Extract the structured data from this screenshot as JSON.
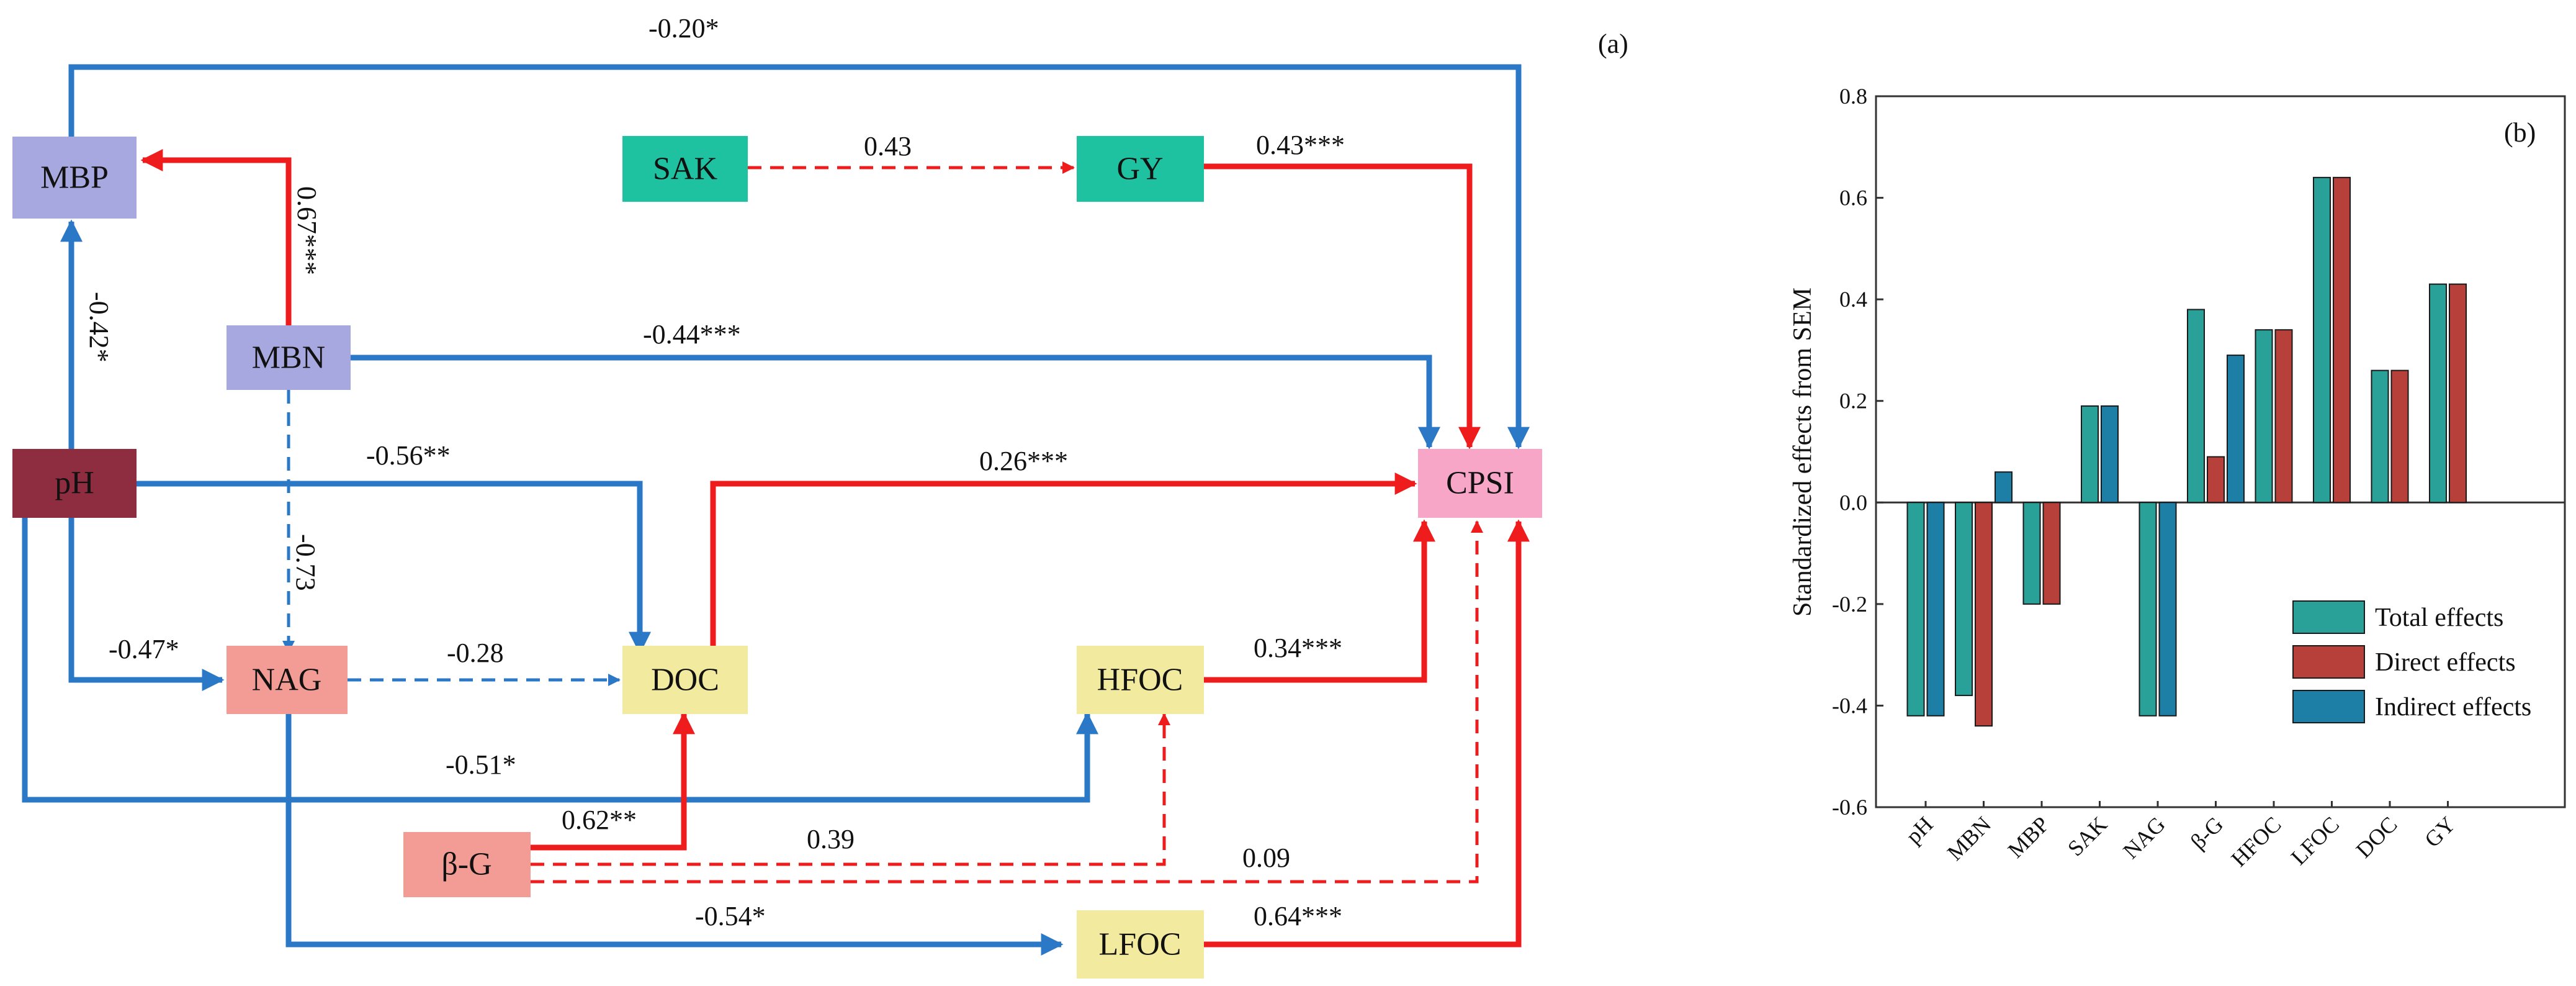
{
  "colors": {
    "positive": "#EE1C1C",
    "negative": "#2B78C6",
    "total": "#2AA198",
    "direct": "#B8403A",
    "indirect": "#1E7FA6"
  },
  "panel_a": {
    "label": "(a)",
    "nodes": {
      "MBP": "MBP",
      "MBN": "MBN",
      "pH": "pH",
      "NAG": "NAG",
      "SAK": "SAK",
      "GY": "GY",
      "DOC": "DOC",
      "HFOC": "HFOC",
      "LFOC": "LFOC",
      "BG": "β-G",
      "CPSI": "CPSI"
    },
    "paths": [
      {
        "from": "MBP",
        "to": "CPSI",
        "coef": "-0.20*",
        "sign": "negative",
        "significant": true
      },
      {
        "from": "MBN",
        "to": "MBP",
        "coef": "0.67***",
        "sign": "positive",
        "significant": true
      },
      {
        "from": "pH",
        "to": "MBP",
        "coef": "-0.42*",
        "sign": "negative",
        "significant": true
      },
      {
        "from": "SAK",
        "to": "GY",
        "coef": "0.43",
        "sign": "positive",
        "significant": false
      },
      {
        "from": "GY",
        "to": "CPSI",
        "coef": "0.43***",
        "sign": "positive",
        "significant": true
      },
      {
        "from": "MBN",
        "to": "CPSI",
        "coef": "-0.44***",
        "sign": "negative",
        "significant": true
      },
      {
        "from": "pH",
        "to": "DOC",
        "coef": "-0.56**",
        "sign": "negative",
        "significant": true
      },
      {
        "from": "DOC",
        "to": "CPSI",
        "coef": "0.26***",
        "sign": "positive",
        "significant": true
      },
      {
        "from": "MBN",
        "to": "NAG",
        "coef": "-0.73",
        "sign": "negative",
        "significant": false
      },
      {
        "from": "pH",
        "to": "NAG",
        "coef": "-0.47*",
        "sign": "negative",
        "significant": true
      },
      {
        "from": "NAG",
        "to": "DOC",
        "coef": "-0.28",
        "sign": "negative",
        "significant": false
      },
      {
        "from": "HFOC",
        "to": "CPSI",
        "coef": "0.34***",
        "sign": "positive",
        "significant": true
      },
      {
        "from": "pH",
        "to": "HFOC",
        "coef": "-0.51*",
        "sign": "negative",
        "significant": true
      },
      {
        "from": "BG",
        "to": "DOC",
        "coef": "0.62**",
        "sign": "positive",
        "significant": true
      },
      {
        "from": "BG",
        "to": "HFOC",
        "coef": "0.39",
        "sign": "positive",
        "significant": false
      },
      {
        "from": "BG",
        "to": "CPSI",
        "coef": "0.09",
        "sign": "positive",
        "significant": false
      },
      {
        "from": "NAG",
        "to": "LFOC",
        "coef": "-0.54*",
        "sign": "negative",
        "significant": true
      },
      {
        "from": "LFOC",
        "to": "CPSI",
        "coef": "0.64***",
        "sign": "positive",
        "significant": true
      }
    ]
  },
  "chart_data": {
    "type": "bar",
    "panel_label": "(b)",
    "ylabel": "Standardized effects from SEM",
    "xlabel": "",
    "ylim": [
      -0.6,
      0.8
    ],
    "yticks": [
      "-0.6",
      "-0.4",
      "-0.2",
      "0.0",
      "0.2",
      "0.4",
      "0.6",
      "0.8"
    ],
    "categories": [
      "pH",
      "MBN",
      "MBP",
      "SAK",
      "NAG",
      "β-G",
      "HFOC",
      "LFOC",
      "DOC",
      "GY"
    ],
    "series": [
      {
        "name": "Total effects",
        "values": [
          -0.42,
          -0.38,
          -0.2,
          0.19,
          -0.42,
          0.38,
          0.34,
          0.64,
          0.26,
          0.43
        ]
      },
      {
        "name": "Direct effects",
        "values": [
          null,
          -0.44,
          -0.2,
          null,
          null,
          0.09,
          0.34,
          0.64,
          0.26,
          0.43
        ]
      },
      {
        "name": "Indirect effects",
        "values": [
          -0.42,
          0.06,
          null,
          0.19,
          -0.42,
          0.29,
          null,
          null,
          null,
          null
        ]
      }
    ],
    "legend_position": "lower-right",
    "grid": false
  }
}
